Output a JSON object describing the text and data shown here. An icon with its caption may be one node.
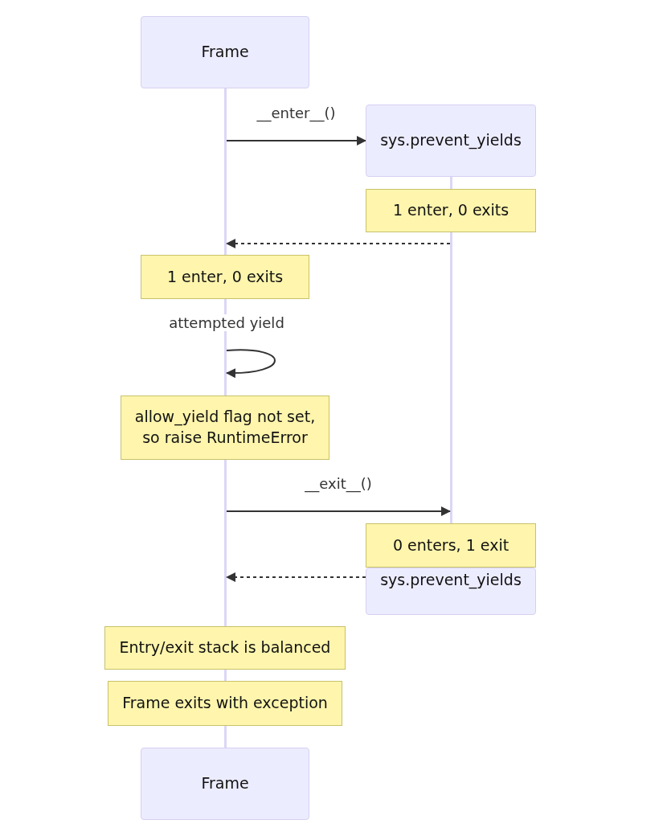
{
  "diagram": {
    "nodes": [
      {
        "text": [
          "Frame"
        ]
      },
      {
        "text": [
          "sys.prevent_yields"
        ]
      },
      {
        "text": [
          "1 enter, 0 exits"
        ]
      },
      {
        "text": [
          "1 enter, 0 exits"
        ]
      },
      {
        "text": [
          "allow_yield flag not set, so raise RuntimeError"
        ]
      },
      {
        "text": [
          "0 enters, 1 exit"
        ]
      },
      {
        "text": [
          "Entry/exit stack is balanced"
        ]
      },
      {
        "text": [
          "Frame exits with exception"
        ]
      },
      {
        "text": [
          "Frame"
        ]
      },
      {
        "text": [
          "sys.prevent_yields"
        ]
      },
      {
        "text": [],
        "shape": "bar"
      },
      {
        "text": [],
        "shape": "bar"
      },
      {
        "text": [],
        "shape": "bar"
      },
      {
        "text": [],
        "shape": "bar"
      }
    ],
    "edges": [
      {
        "from": 10,
        "to": 1,
        "arrow": "to",
        "label": "__enter__()"
      },
      {
        "from": 11,
        "to": 10,
        "arrow": "to",
        "style": "dashed"
      },
      {
        "from": 12,
        "to": 12,
        "arrow": "to",
        "label": "attempted yield"
      },
      {
        "from": 13,
        "to": 11,
        "arrow": "to",
        "label": "__exit__()"
      },
      {
        "from": 9,
        "to": 13,
        "arrow": "to",
        "style": "dashed"
      },
      {
        "from": 1,
        "to": 2,
        "arrow": "none",
        "color": "#ddd6f6"
      },
      {
        "from": 6,
        "to": 7,
        "arrow": "none",
        "color": "#ddd6f6"
      },
      {
        "from": 7,
        "to": 8,
        "arrow": "none",
        "color": "#ddd6f6"
      }
    ]
  }
}
